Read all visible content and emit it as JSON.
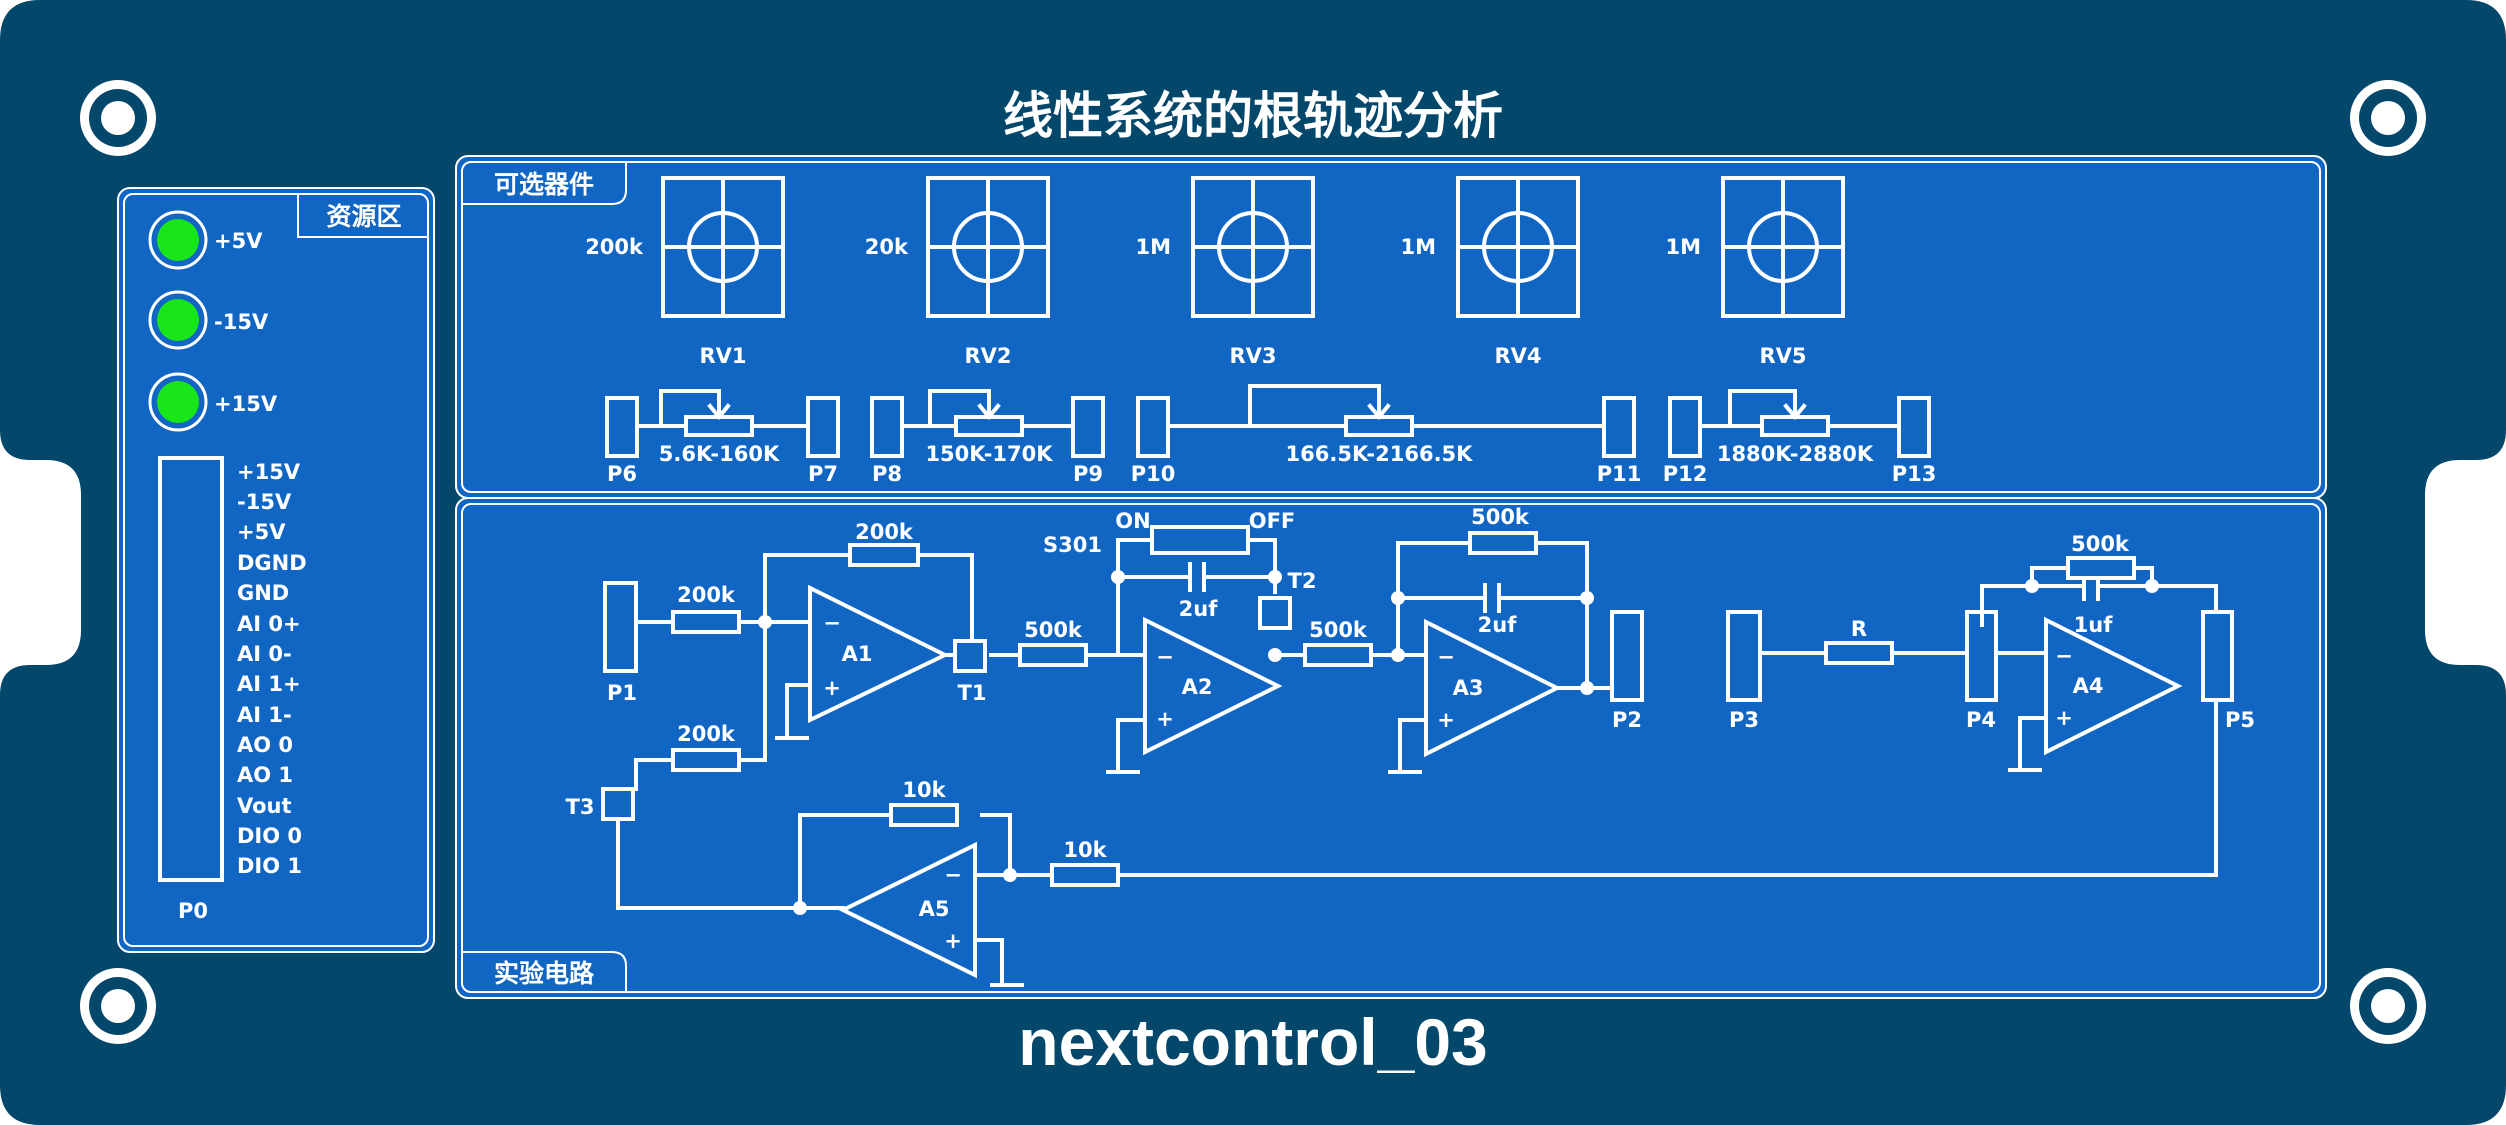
{
  "title": "线性系统的根轨迹分析",
  "brand": "nextcontrol_03",
  "colors": {
    "board": "#03476b",
    "panel": "#1166c4",
    "line": "#ffffff",
    "led": "#19e619"
  },
  "resource": {
    "header": "资源区",
    "leds": [
      "+5V",
      "-15V",
      "+15V"
    ],
    "connector_label": "P0",
    "pins": [
      "+15V",
      "-15V",
      "+5V",
      "DGND",
      "GND",
      "AI 0+",
      "AI 0-",
      "AI 1+",
      "AI 1-",
      "AO 0",
      "AO 1",
      "Vout",
      "DIO 0",
      "DIO 1"
    ]
  },
  "optional": {
    "header": "可选器件",
    "pots": [
      {
        "value": "200k",
        "name": "RV1"
      },
      {
        "value": "20k",
        "name": "RV2"
      },
      {
        "value": "1M",
        "name": "RV3"
      },
      {
        "value": "1M",
        "name": "RV4"
      },
      {
        "value": "1M",
        "name": "RV5"
      }
    ],
    "rheostats": [
      {
        "range": "5.6K-160K",
        "left": "P6",
        "right": "P7"
      },
      {
        "range": "150K-170K",
        "left": "P8",
        "right": "P9"
      },
      {
        "range": "166.5K-2166.5K",
        "left": "P10",
        "right": "P11"
      },
      {
        "range": "1880K-2880K",
        "left": "P12",
        "right": "P13"
      }
    ]
  },
  "circuit": {
    "header": "实验电路",
    "amps": [
      "A1",
      "A2",
      "A3",
      "A4",
      "A5"
    ],
    "points": {
      "P1": "P1",
      "P2": "P2",
      "P3": "P3",
      "P4": "P4",
      "P5": "P5",
      "T1": "T1",
      "T2": "T2",
      "T3": "T3"
    },
    "switch": {
      "name": "S301",
      "on": "ON",
      "off": "OFF"
    },
    "resistors": {
      "r_in1": "200k",
      "r_fb1": "200k",
      "r_in1b": "200k",
      "r_a2": "500k",
      "r_a3": "500k",
      "r_fb3": "500k",
      "r_fb4": "500k",
      "r_a4": "R",
      "r_fb5": "10k",
      "r_in5": "10k"
    },
    "caps": {
      "c_a2": "2uf",
      "c_a3": "2uf",
      "c_a4": "1uf"
    },
    "signs": {
      "minus": "−",
      "plus": "+"
    }
  }
}
